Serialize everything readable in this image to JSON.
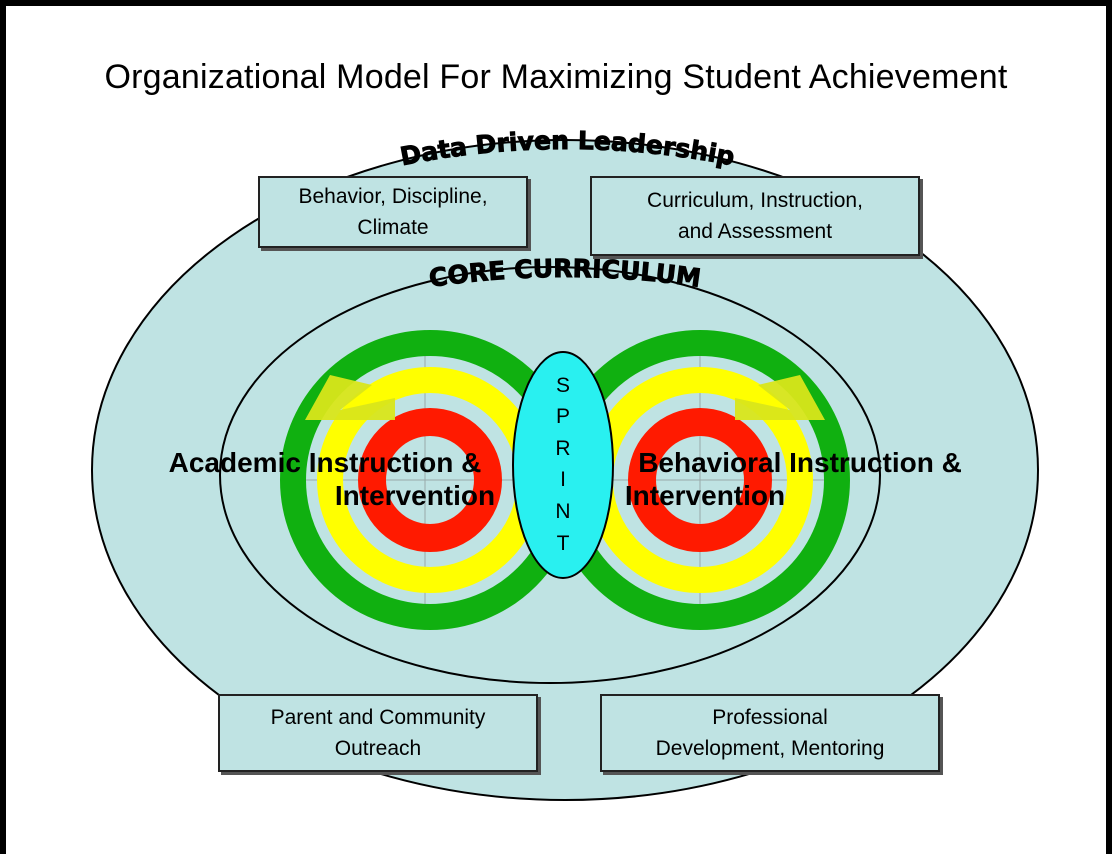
{
  "title": "Organizational Model For Maximizing Student Achievement",
  "outer_label": "Data Driven Leadership",
  "inner_label": "CORE CURRICULUM",
  "boxes": {
    "top_left": "Behavior, Discipline,\nClimate",
    "top_right": "Curriculum, Instruction,\nand Assessment",
    "bottom_left": "Parent and Community\nOutreach",
    "bottom_right": "Professional\nDevelopment,  Mentoring"
  },
  "targets": {
    "left_line1": "Academic Instruction &",
    "left_line2": "Intervention",
    "right_line1": "Behavioral Instruction &",
    "right_line2": "Intervention"
  },
  "center": {
    "letters": [
      "S",
      "P",
      "R",
      "I",
      "N",
      "T"
    ]
  },
  "colors": {
    "background_fill": "#bfe3e3",
    "ring_outer": "#10b010",
    "ring_middle": "#ffff00",
    "ring_inner": "#ff1a00",
    "sprint_fill": "#29f0f0"
  }
}
